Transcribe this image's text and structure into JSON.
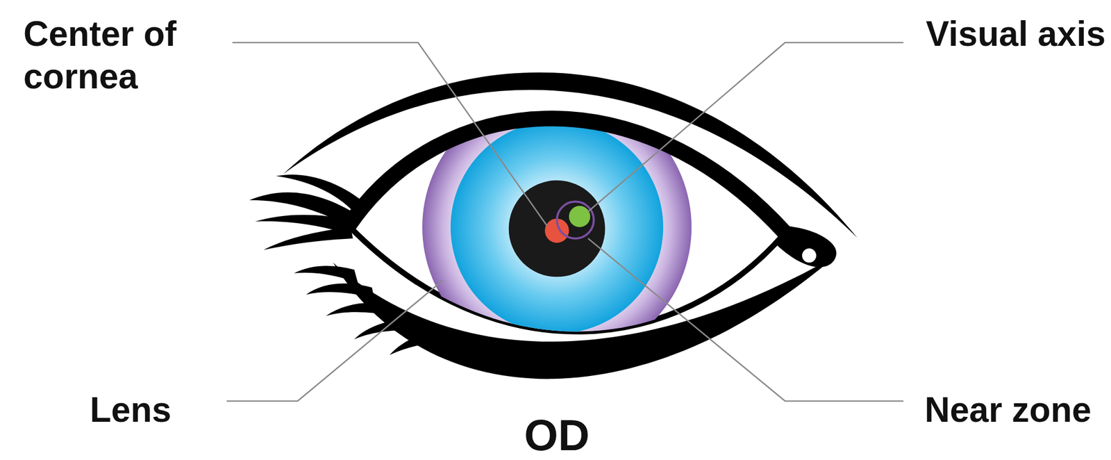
{
  "diagram": {
    "labels": [
      "Center of cornea",
      "Visual axis",
      "Lens",
      "Near zone",
      "OD"
    ]
  }
}
